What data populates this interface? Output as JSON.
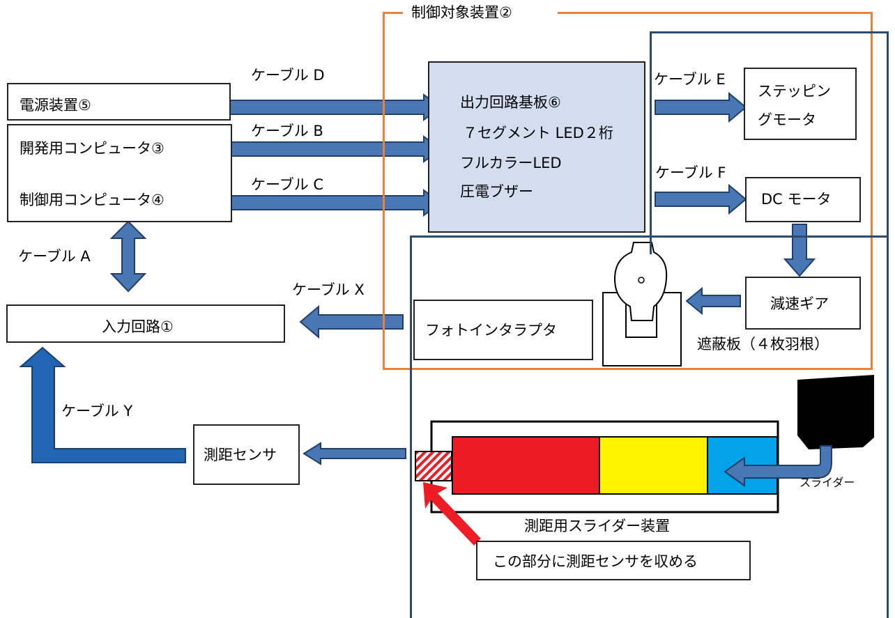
{
  "frames": {
    "controlled_device": "制御対象装置②"
  },
  "boxes": {
    "power_supply": "電源装置⑤",
    "dev_computer": "開発用コンピュータ③",
    "control_computer": "制御用コンピュータ④",
    "output_board": {
      "line1": "出力回路基板⑥",
      "line2": "７セグメント LED２桁",
      "line3": "フルカラーLED",
      "line4": "圧電ブザー"
    },
    "stepping_motor": {
      "line1": "ステッピン",
      "line2": "グモータ"
    },
    "dc_motor": "DC モータ",
    "reduction_gear": "減速ギア",
    "input_circuit": "入力回路①",
    "photo_interrupter": "フォトインタラプタ",
    "range_sensor": "測距センサ",
    "callout": "この部分に測距センサを収める"
  },
  "cables": {
    "a": "ケーブル A",
    "b": "ケーブル B",
    "c": "ケーブル C",
    "d": "ケーブル D",
    "e": "ケーブル E",
    "f": "ケーブル F",
    "x": "ケーブル X",
    "y": "ケーブル Y"
  },
  "labels": {
    "shield_plate": "遮蔽板（４枚羽根）",
    "slider": "スライダー",
    "slider_device": "測距用スライダー装置"
  },
  "colors": {
    "arrow_fill": "#4a78b5",
    "arrow_stroke": "#1f3f6a",
    "output_board_bg": "#d4ddf0",
    "orange_frame": "#e8823a",
    "navy_frame": "#2b4a6e",
    "slider_red": "#ee1c24",
    "slider_yellow": "#fff200",
    "slider_blue": "#00a2e8",
    "callout_arrow": "#ee1c24"
  }
}
